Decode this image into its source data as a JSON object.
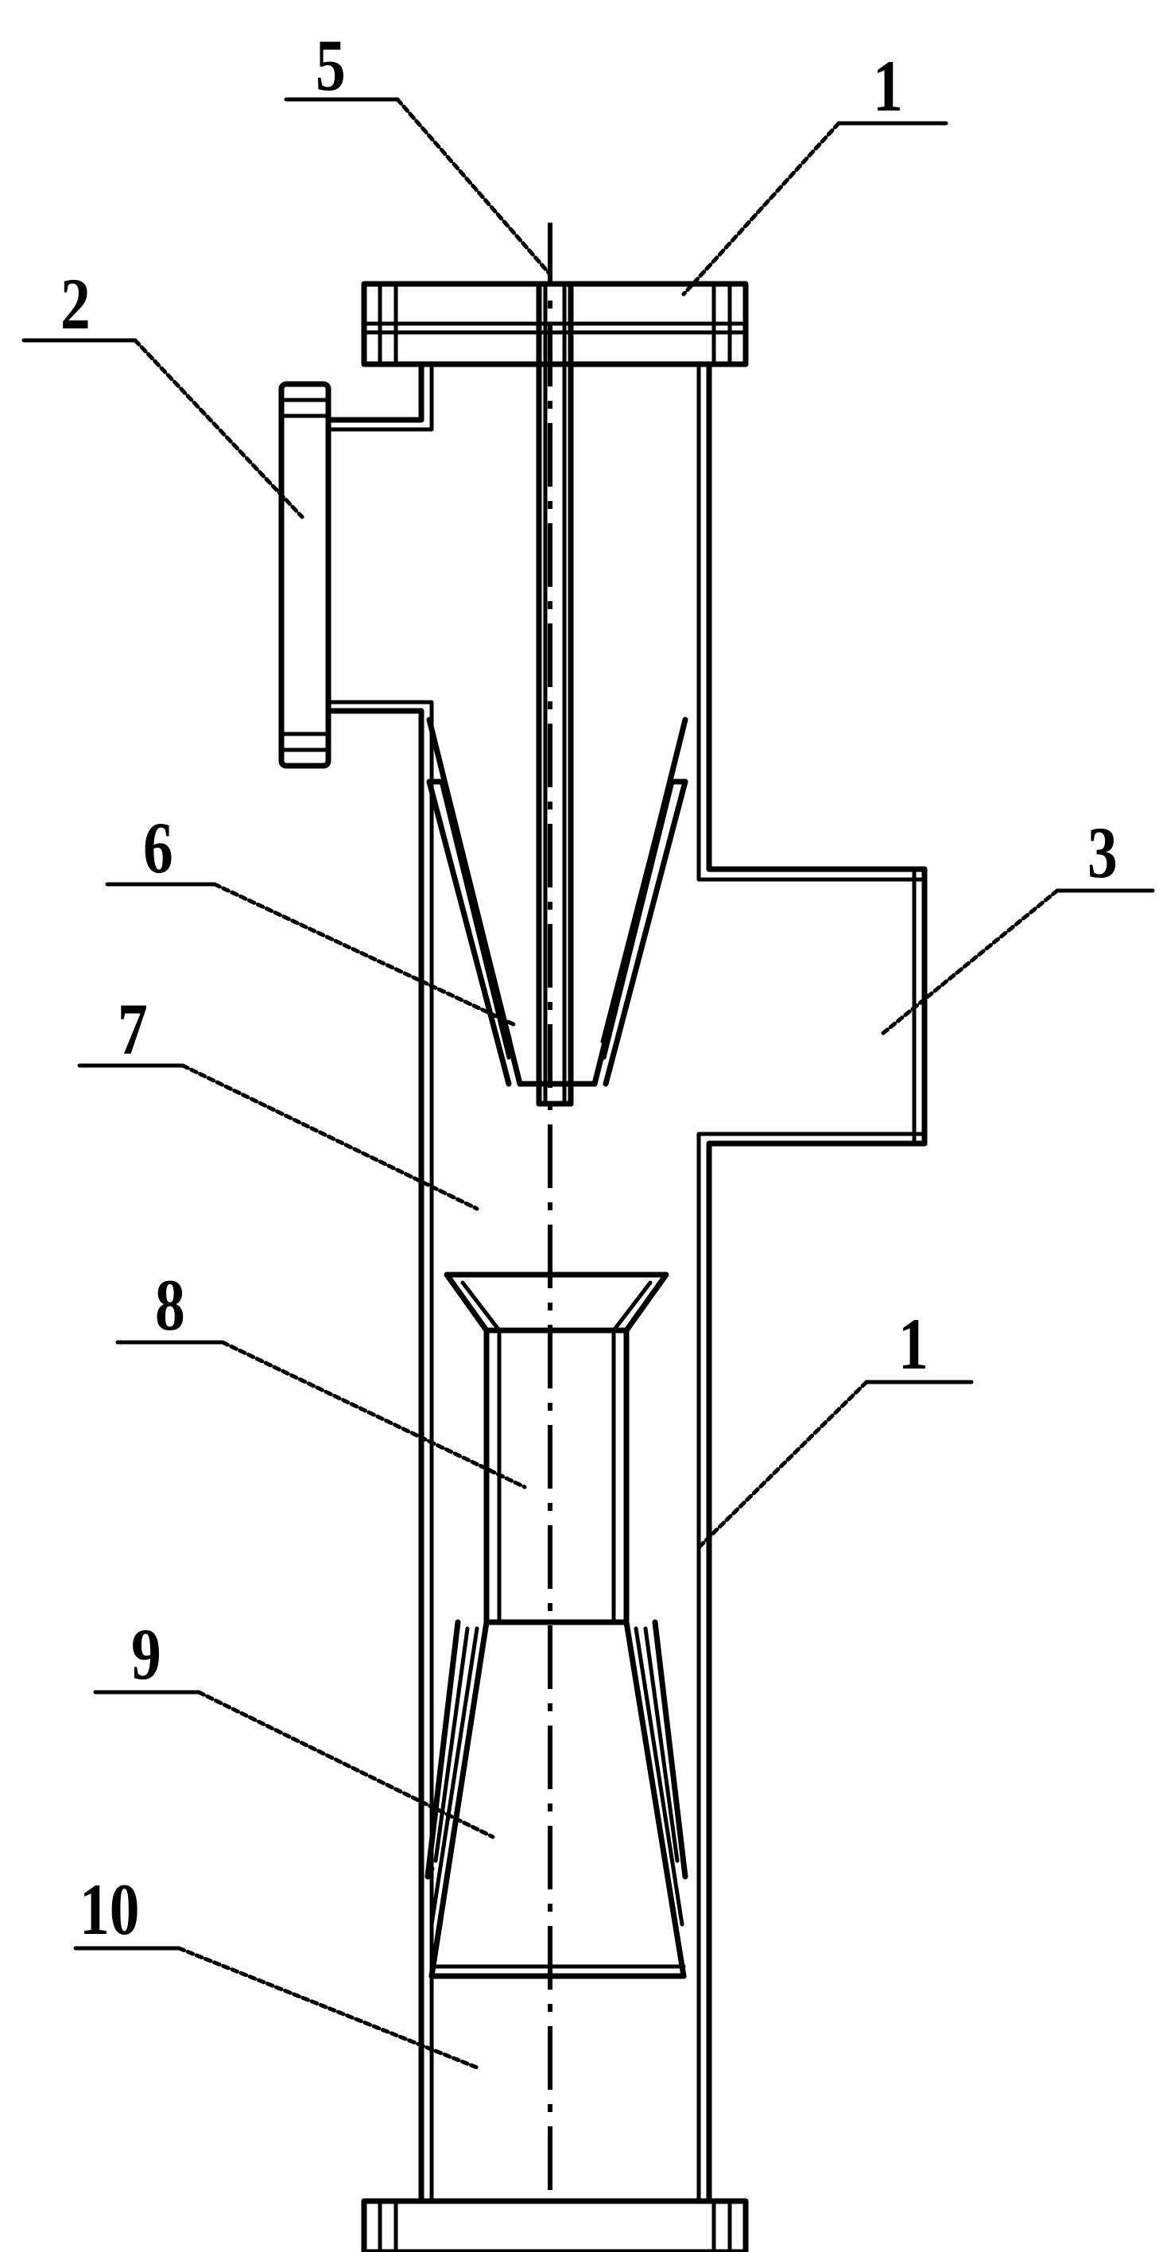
{
  "labels": {
    "part_1_top": "1",
    "part_1_side": "1",
    "part_2": "2",
    "part_3": "3",
    "part_5": "5",
    "part_6": "6",
    "part_7": "7",
    "part_8": "8",
    "part_9": "9",
    "part_10": "10"
  },
  "colors": {
    "line": "#000000",
    "background": "#ffffff"
  }
}
